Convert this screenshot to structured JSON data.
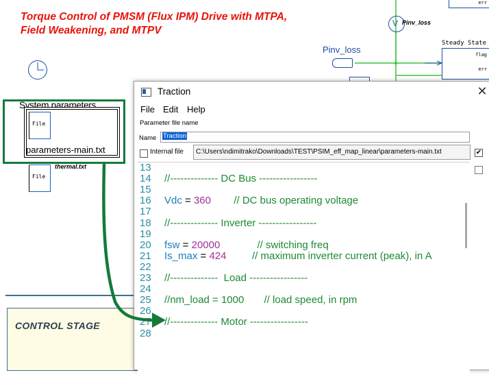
{
  "schematic": {
    "title_line1": "Torque Control of PMSM (Flux IPM) Drive with MTPA,",
    "title_line2": "Field Weakening, and MTPV",
    "system_parameters_label": "System parameters",
    "file_icon_label": "File",
    "param_file_name": "parameters-main.txt",
    "thermal_label": "thermal.txt",
    "control_stage_label": "CONTROL STAGE",
    "pinv_label": "Pinv_loss",
    "probe_symbol": "V",
    "probe_label": "Pinv_loss",
    "steady_state_label": "Steady State",
    "flag_label": "flag",
    "err_label": "err"
  },
  "window": {
    "title": "Traction",
    "close_symbol": "✕",
    "menu": [
      "File",
      "Edit",
      "Help"
    ],
    "param_file_name_label": "Parameter file name",
    "name_label": "Name",
    "name_value": "Traction",
    "internal_file_label": "Internal file",
    "path_value": "C:\\Users\\ndimitrako\\Downloads\\TEST\\PSIM_eff_map_linear\\parameters-main.txt",
    "right_checkbox_mark": "✔"
  },
  "code": [
    {
      "n": "13",
      "parts": []
    },
    {
      "n": "14",
      "parts": [
        {
          "t": "//-------------- DC Bus -----------------",
          "c": "cm"
        }
      ]
    },
    {
      "n": "15",
      "parts": []
    },
    {
      "n": "16",
      "parts": [
        {
          "t": "Vdc",
          "c": "id"
        },
        {
          "t": " = ",
          "c": "op"
        },
        {
          "t": "360",
          "c": "num"
        },
        {
          "t": "        // DC bus operating voltage",
          "c": "cm"
        }
      ]
    },
    {
      "n": "17",
      "parts": []
    },
    {
      "n": "18",
      "parts": [
        {
          "t": "//-------------- Inverter -----------------",
          "c": "cm"
        }
      ]
    },
    {
      "n": "19",
      "parts": []
    },
    {
      "n": "20",
      "parts": [
        {
          "t": "fsw",
          "c": "id"
        },
        {
          "t": " = ",
          "c": "op"
        },
        {
          "t": "20000",
          "c": "num"
        },
        {
          "t": "             // switching freq",
          "c": "cm"
        }
      ]
    },
    {
      "n": "21",
      "parts": [
        {
          "t": "Is_max",
          "c": "id"
        },
        {
          "t": " = ",
          "c": "op"
        },
        {
          "t": "424",
          "c": "num"
        },
        {
          "t": "         // maximum inverter current (peak), in A",
          "c": "cm"
        }
      ]
    },
    {
      "n": "22",
      "parts": []
    },
    {
      "n": "23",
      "parts": [
        {
          "t": "//--------------  Load -----------------",
          "c": "cm"
        }
      ]
    },
    {
      "n": "24",
      "parts": []
    },
    {
      "n": "25",
      "parts": [
        {
          "t": "//nm_load = 1000       // load speed, in rpm",
          "c": "cm"
        }
      ]
    },
    {
      "n": "26",
      "parts": []
    },
    {
      "n": "27",
      "parts": [
        {
          "t": "//-------------- Motor -----------------",
          "c": "cm"
        }
      ]
    },
    {
      "n": "28",
      "parts": []
    }
  ],
  "colors": {
    "title_red": "#e8130a",
    "highlight_green": "#147a3a",
    "comment_green": "#1c8a32",
    "identifier_blue": "#1a7fb8",
    "number_purple": "#a0309a",
    "selection_blue": "#0a64d4"
  }
}
